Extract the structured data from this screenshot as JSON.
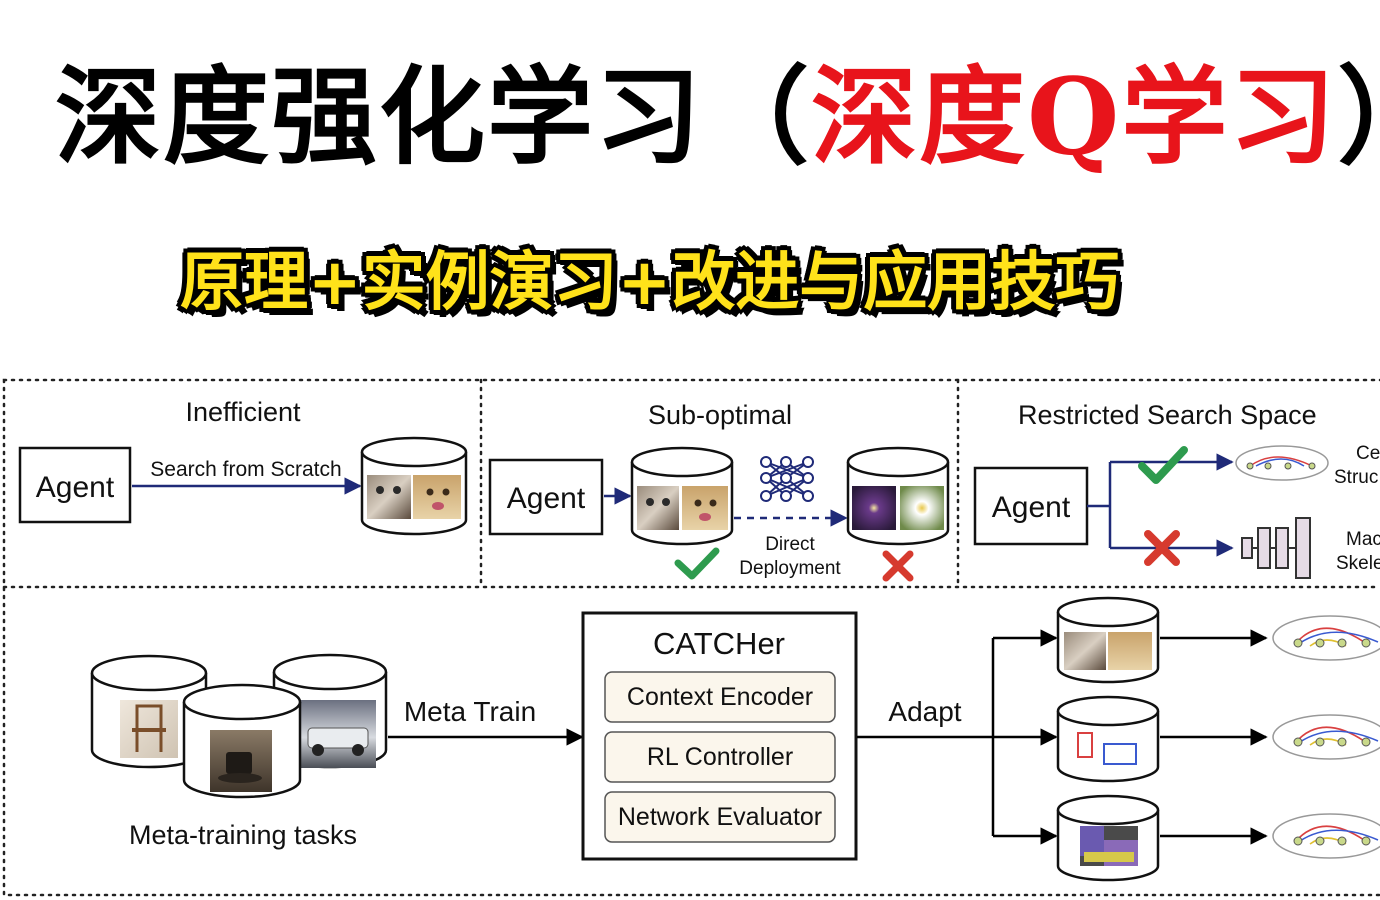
{
  "banner": {
    "title_black": "深度强化学习（",
    "title_red": "深度Q学习",
    "title_close": "）",
    "subtitle": "原理+实例演习+改进与应用技巧",
    "colors": {
      "title": "#000000",
      "highlight": "#e8141b",
      "subtitle_fill": "#ffe21a",
      "subtitle_outline": "#000000"
    }
  },
  "diagram": {
    "panels": {
      "inefficient": {
        "heading": "Inefficient",
        "agent": "Agent",
        "arrow_label": "Search from Scratch"
      },
      "suboptimal": {
        "heading": "Sub-optimal",
        "agent": "Agent",
        "deploy_label_1": "Direct",
        "deploy_label_2": "Deployment"
      },
      "restricted": {
        "heading": "Restricted Search Space",
        "agent": "Agent",
        "top_label_1": "Ce",
        "top_label_2": "Struc",
        "bottom_label_1": "Mac",
        "bottom_label_2": "Skele"
      }
    },
    "meta": {
      "tasks_label": "Meta-training tasks",
      "train_label": "Meta Train",
      "catcher_title": "CATCHer",
      "modules": [
        "Context Encoder",
        "RL Controller",
        "Network Evaluator"
      ],
      "adapt_label": "Adapt"
    },
    "icons": [
      "check-icon",
      "cross-icon",
      "neural-network-icon",
      "database-icon"
    ],
    "colors": {
      "arrow_blue": "#1f2a78",
      "check": "#2e9b4e",
      "cross": "#d63a2e",
      "module_fill": "#fbf6ec"
    }
  }
}
